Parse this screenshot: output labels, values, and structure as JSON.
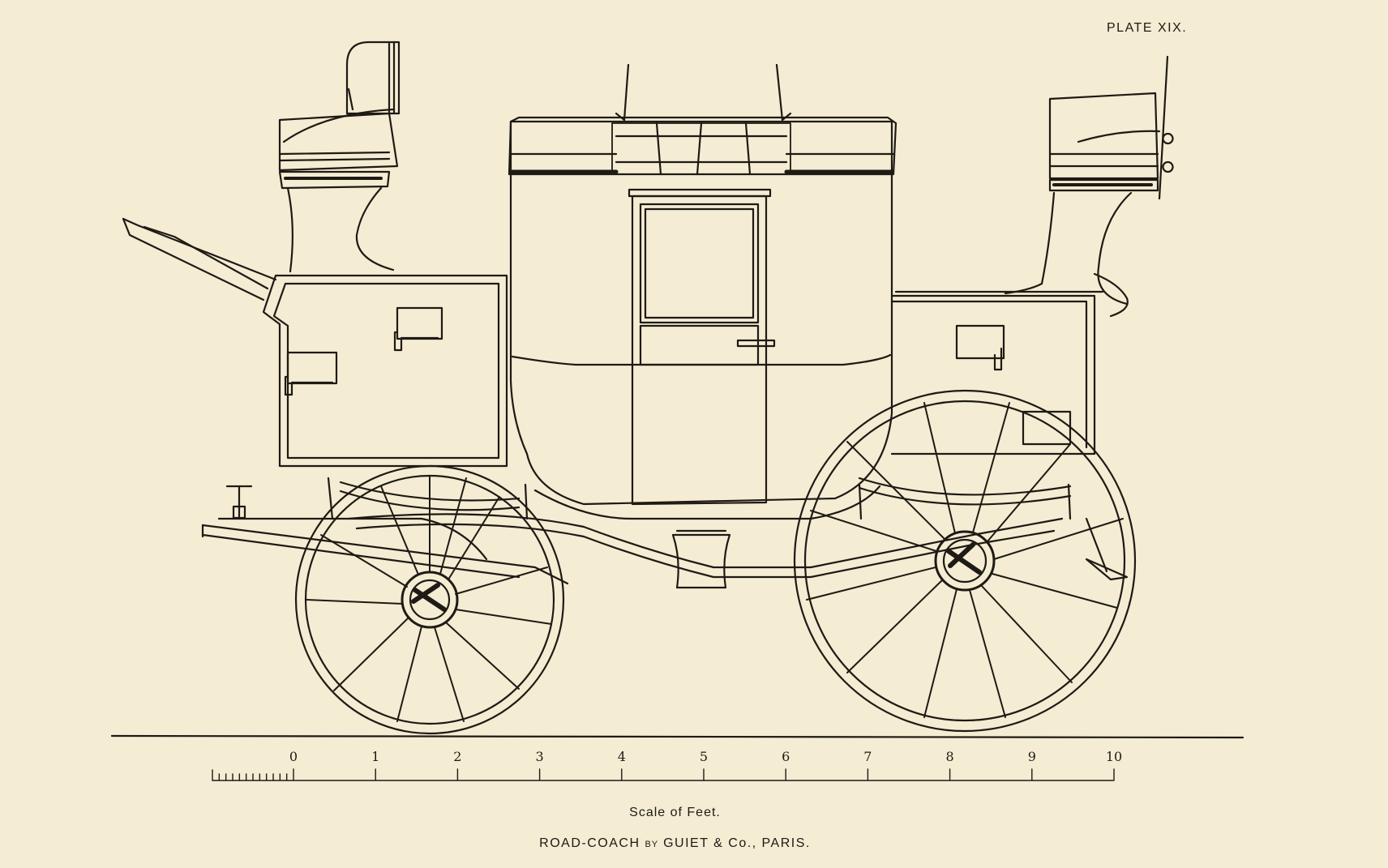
{
  "plate": "PLATE XIX.",
  "scale": {
    "caption": "Scale of Feet.",
    "labels": [
      "0",
      "1",
      "2",
      "3",
      "4",
      "5",
      "6",
      "7",
      "8",
      "9",
      "10"
    ]
  },
  "title": {
    "part1": "ROAD-COACH",
    "by": "BY",
    "part2": "GUIET & Co., PARIS."
  },
  "colors": {
    "paper": "#f4ecd3",
    "ink": "#1e1a14"
  }
}
